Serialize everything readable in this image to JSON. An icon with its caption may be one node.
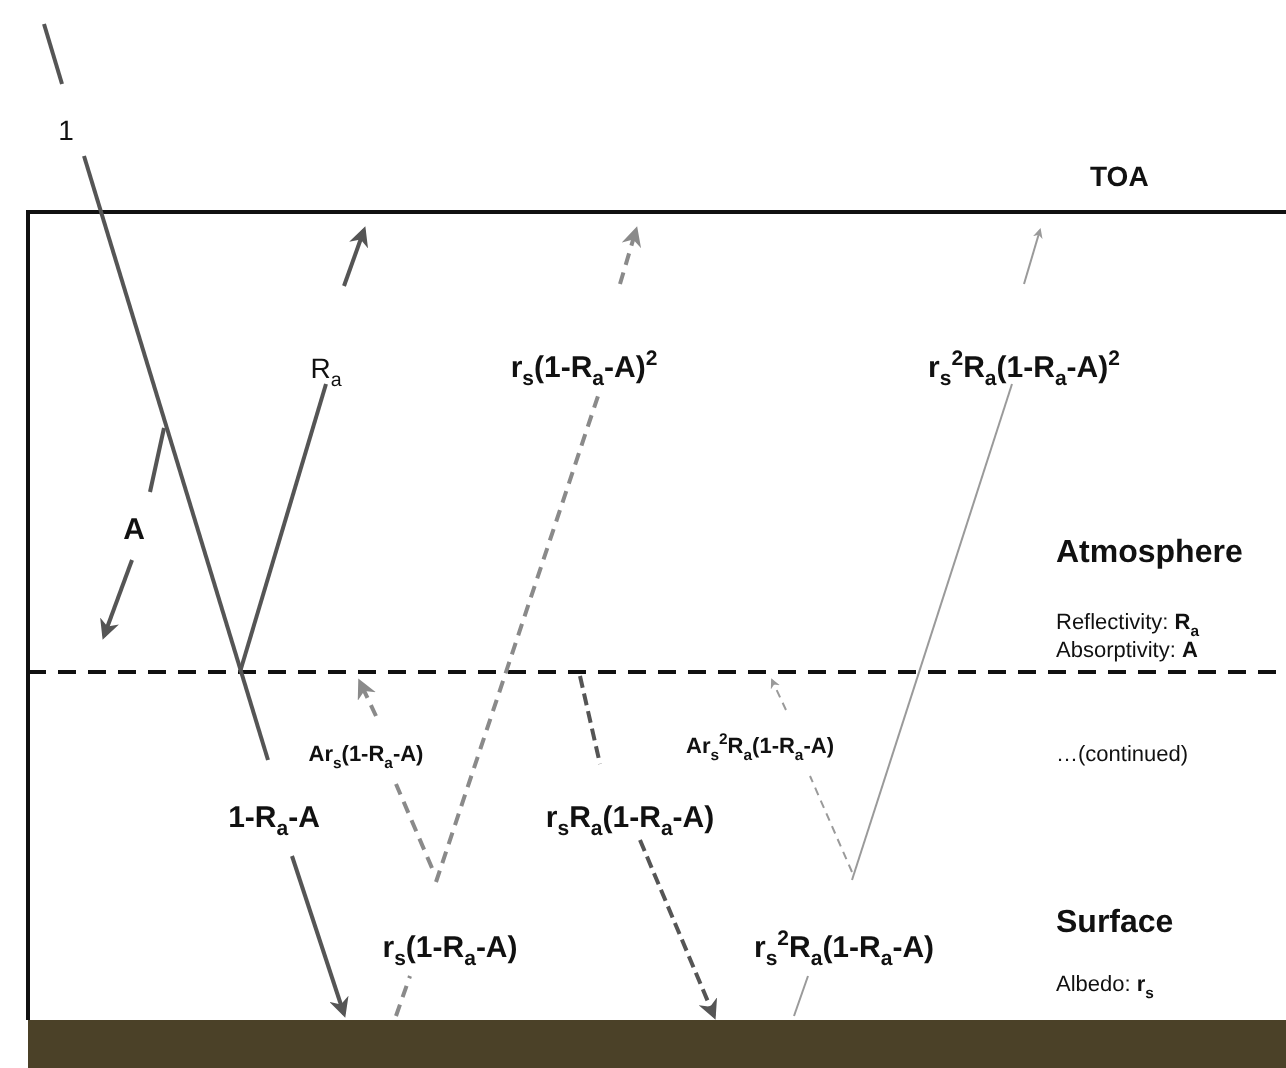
{
  "diagram": {
    "labels": [
      "1",
      "TOA",
      "R$_{a}$",
      "r$_{s}$(1-R$_{a}$-A)$^{2}$",
      "r$_{s}$$^{2}$R$_{a}$(1-R$_{a}$-A)$^{2}$",
      "A",
      "Atmosphere",
      "Reflectivity: **R$_{a}$**",
      "Absorptivity: **A**",
      "Ar$_{s}$(1-R$_{a}$-A)",
      "Ar$_{s}$$^{2}$R$_{a}$(1-R$_{a}$-A)",
      "…(continued)",
      "1-R$_{a}$-A",
      "r$_{s}$R$_{a}$(1-R$_{a}$-A)",
      "r$_{s}$(1-R$_{a}$-A)",
      "r$_{s}$$^{2}$R$_{a}$(1-R$_{a}$-A)",
      "Surface",
      "Albedo: **r$_{s}$**"
    ]
  }
}
